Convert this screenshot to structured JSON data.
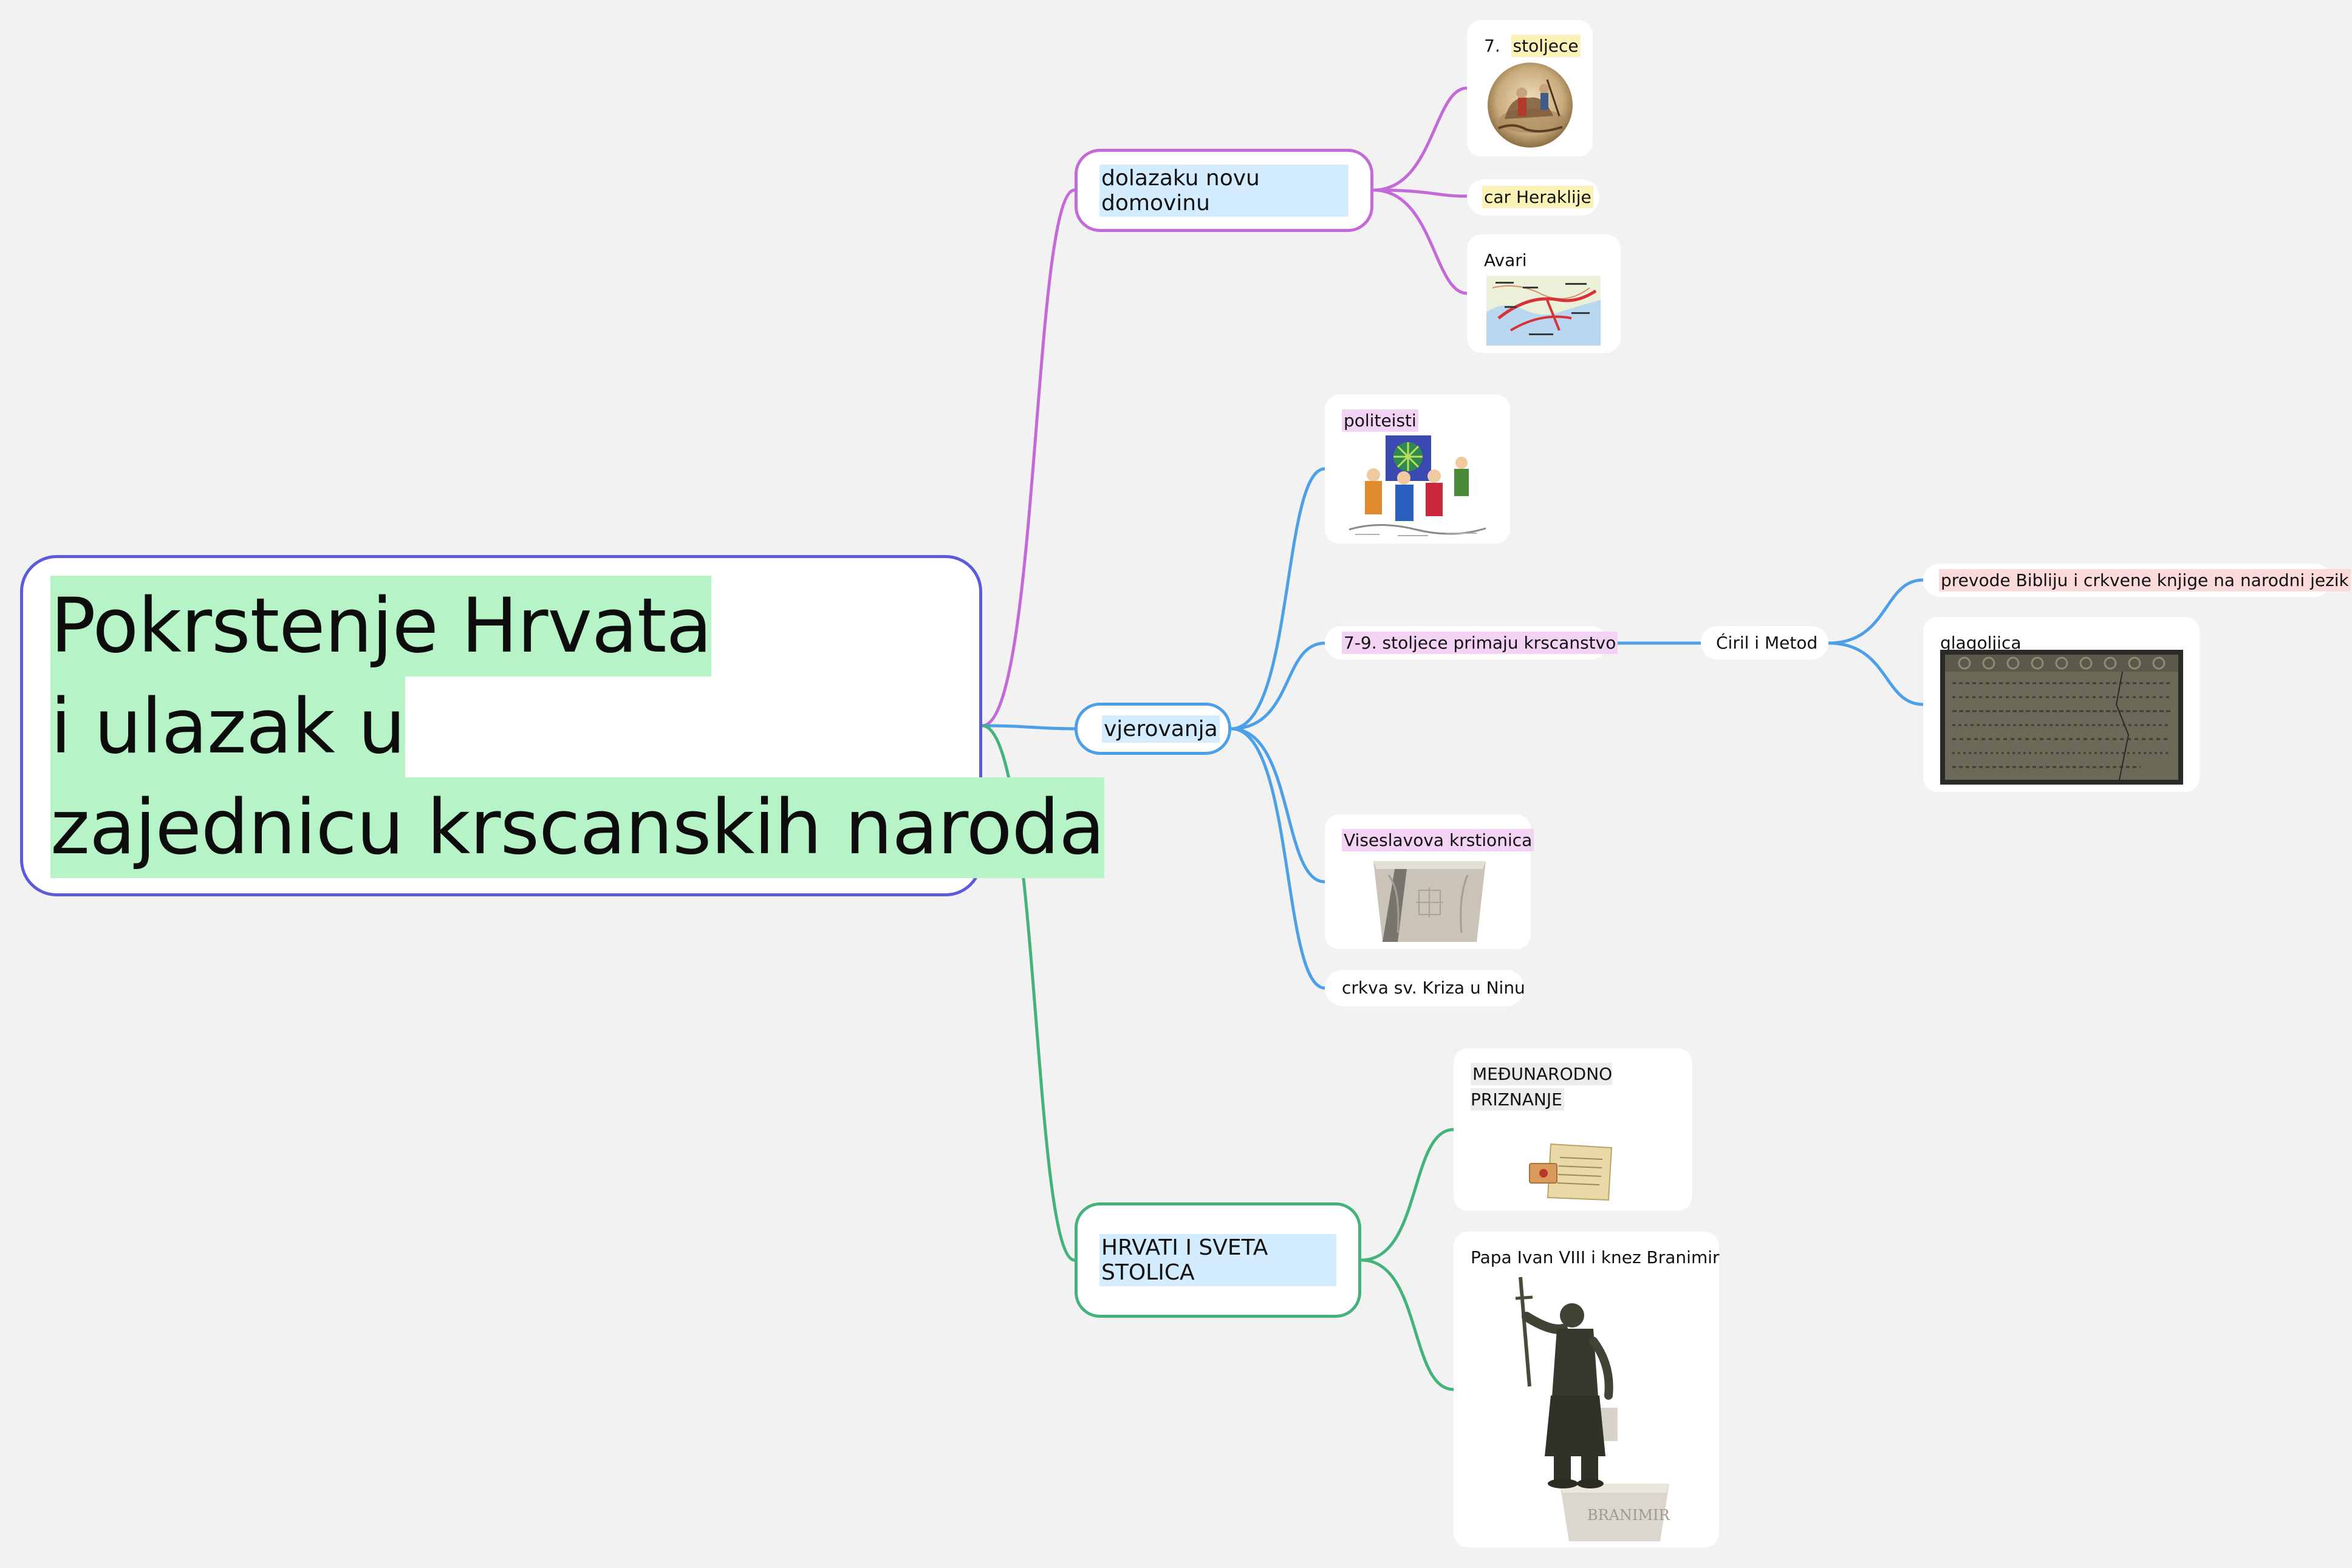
{
  "root": {
    "lines": [
      "Pokrstenje Hrvata",
      "i ulazak u",
      "zajednicu krscanskih naroda"
    ]
  },
  "branches": {
    "dolazak": {
      "label": "dolazaku novu domovinu",
      "color": "#c46ad8",
      "children": {
        "stoljece": {
          "number": "7.",
          "label": "stoljece",
          "image": "painting-icon"
        },
        "heraklije": {
          "label": "car Heraklije"
        },
        "avari": {
          "label": "Avari",
          "image": "map-icon"
        }
      }
    },
    "vjerovanja": {
      "label": "vjerovanja",
      "color": "#4d9fe8",
      "children": {
        "politeisti": {
          "label": "politeisti",
          "image": "illustration-icon"
        },
        "primaju": {
          "label": "7-9. stoljece primaju krscanstvo",
          "children": {
            "ciril": {
              "label": "Ćiril i Metod",
              "children": {
                "prevode": {
                  "label": "prevode Bibliju i crkvene knjige na narodni jezik"
                },
                "glagoljica": {
                  "label": "glagoljica",
                  "image": "stone-tablet-icon"
                }
              }
            }
          }
        },
        "krstionica": {
          "label": "Viseslavova krstionica",
          "image": "baptismal-font-icon"
        },
        "crkva": {
          "label": "crkva sv. Kriza u Ninu"
        }
      }
    },
    "hrvati": {
      "label": "HRVATI I SVETA STOLICA",
      "color": "#44b37a",
      "children": {
        "medunarodno": {
          "label": "MEĐUNARODNO PRIZNANJE",
          "image": "document-icon"
        },
        "papa": {
          "label": "Papa Ivan VIII i knez Branimir",
          "image": "statue-icon",
          "statue_inscription": "BRANIMIR"
        }
      }
    }
  }
}
